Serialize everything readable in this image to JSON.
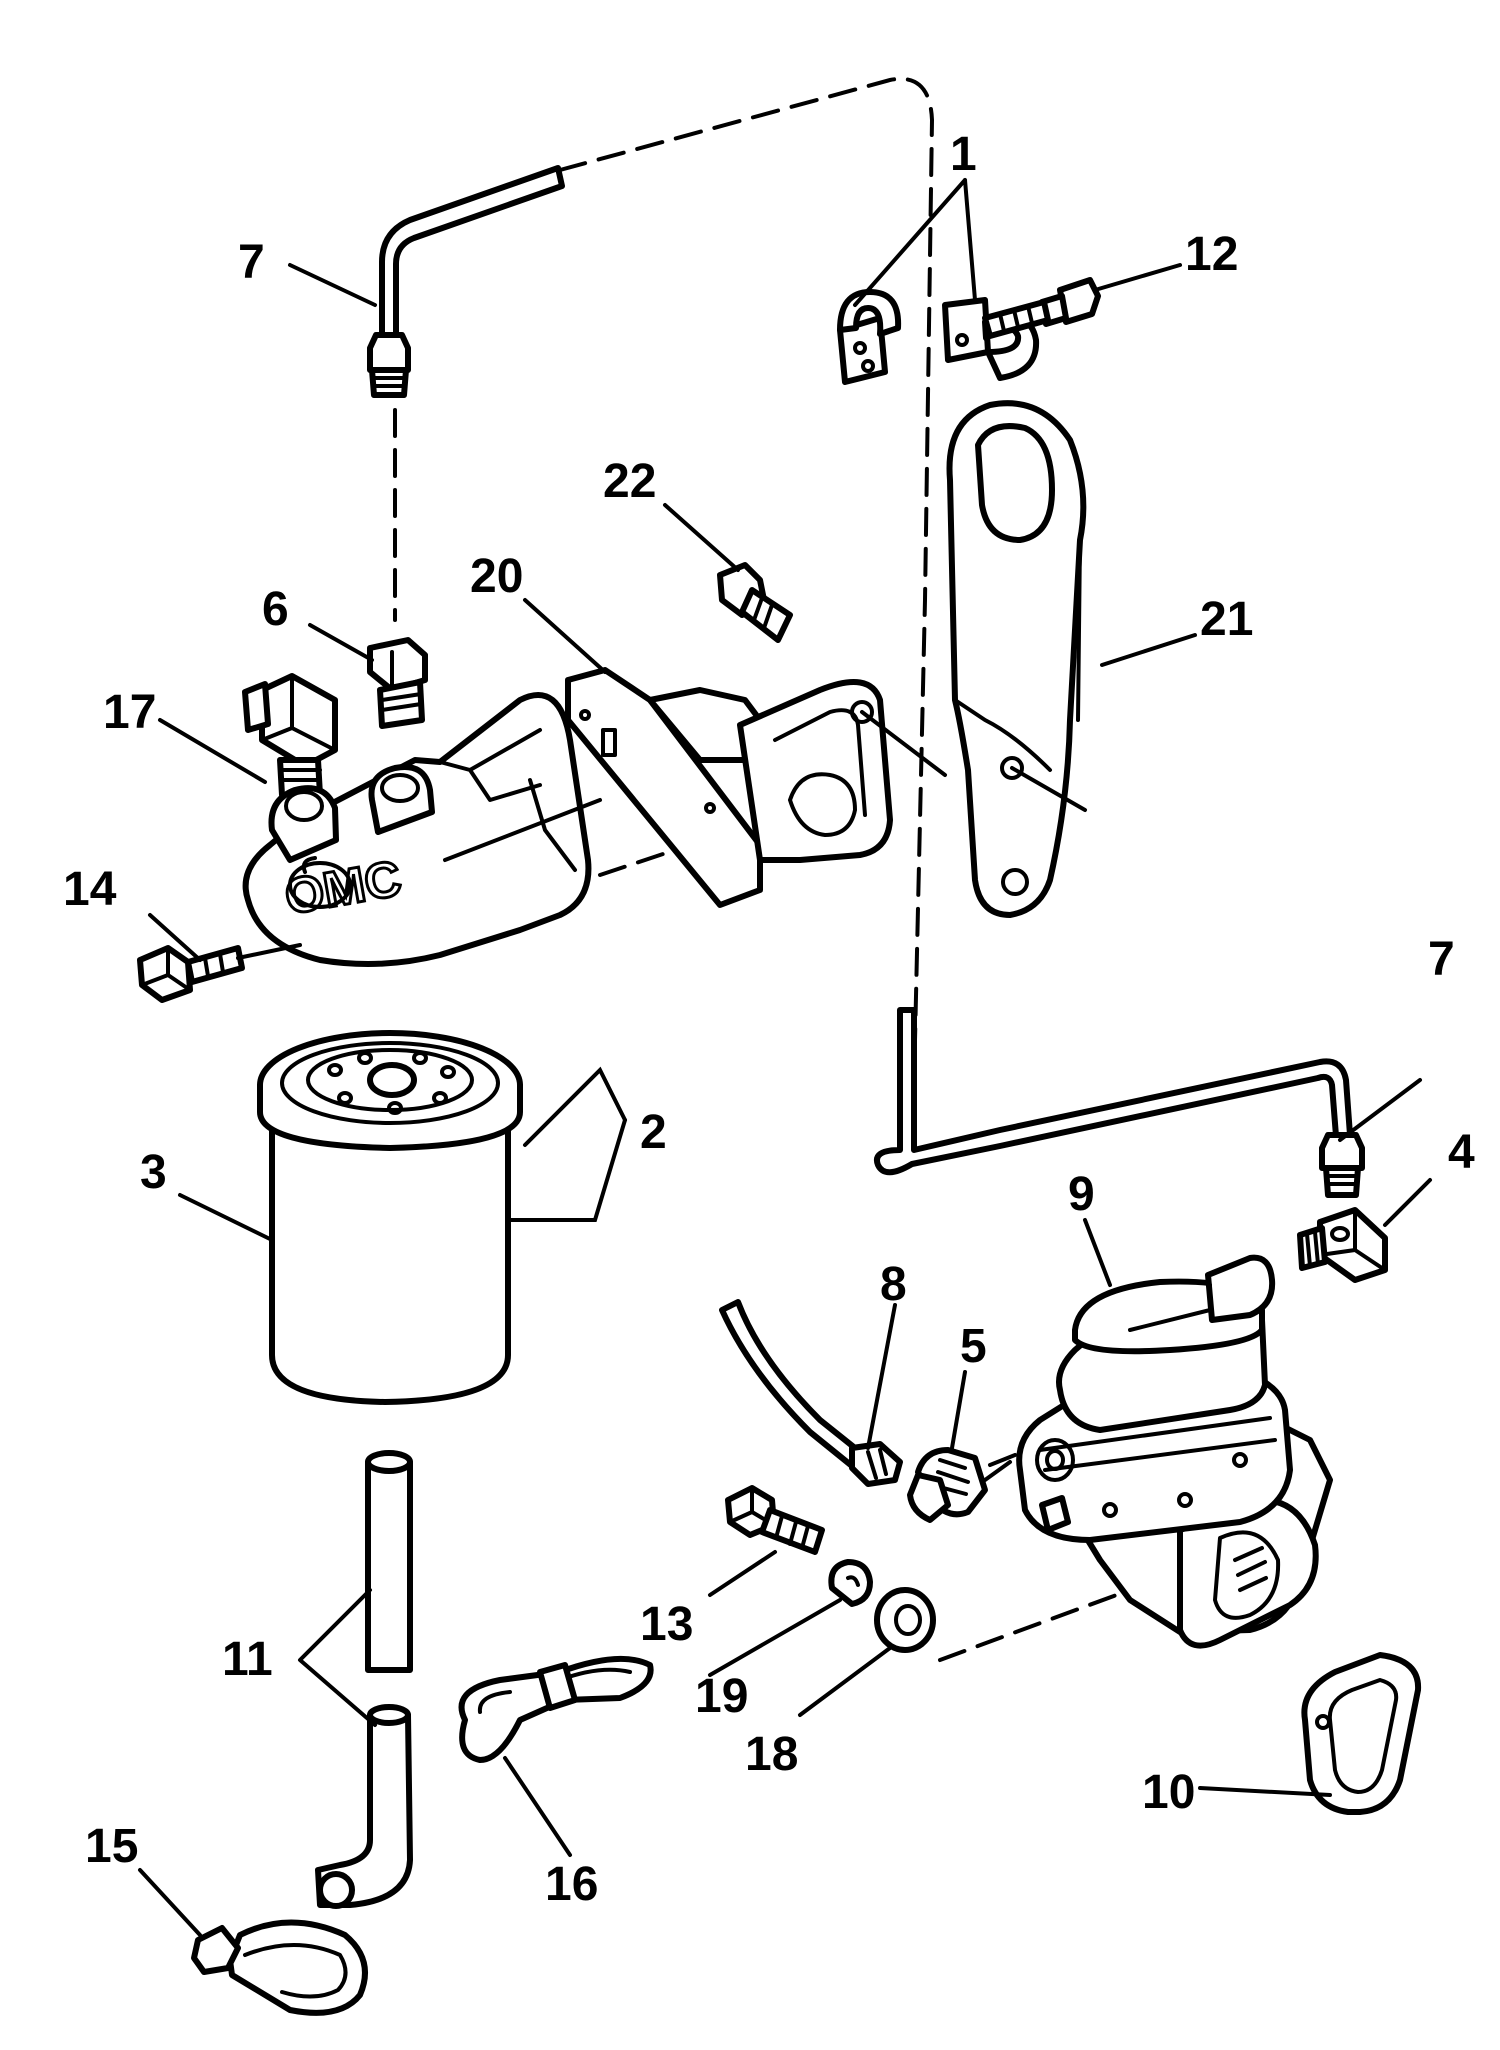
{
  "callouts": {
    "c1": "1",
    "c2": "2",
    "c3": "3",
    "c4": "4",
    "c5": "5",
    "c6": "6",
    "c7a": "7",
    "c7b": "7",
    "c8": "8",
    "c9": "9",
    "c10": "10",
    "c11": "11",
    "c12": "12",
    "c13": "13",
    "c14": "14",
    "c15": "15",
    "c16": "16",
    "c17": "17",
    "c18": "18",
    "c19": "19",
    "c20": "20",
    "c21": "21",
    "c22": "22"
  },
  "stamp_text": "OMC"
}
